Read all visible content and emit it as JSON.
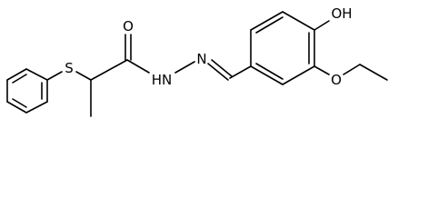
{
  "atoms": {
    "sulfur": "S",
    "carbonyl_oxygen": "O",
    "amide_nitrogen": "HN",
    "imine_nitrogen": "N",
    "hydroxyl": "OH",
    "ether_oxygen": "O"
  }
}
